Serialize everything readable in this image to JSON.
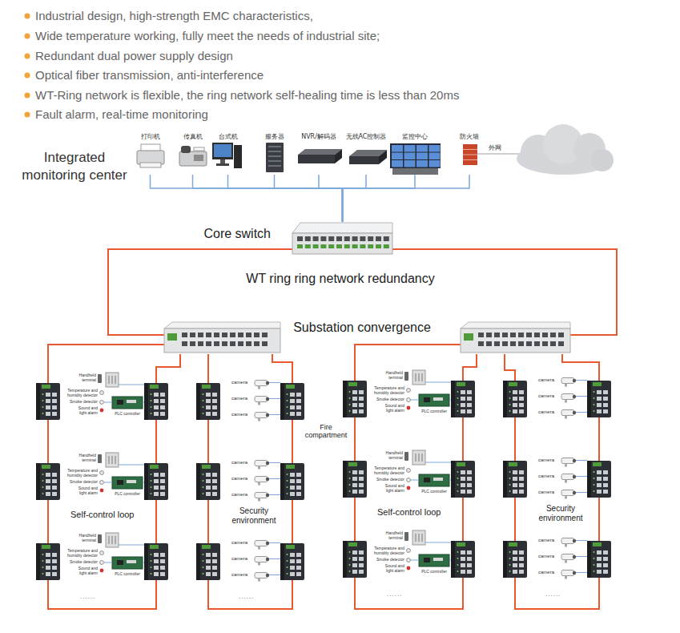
{
  "diagram": {
    "nodes": [
      {
        "text": [
          "打印机"
        ]
      },
      {
        "text": [
          "传真机"
        ]
      },
      {
        "text": [
          "台式机"
        ]
      },
      {
        "text": [
          "服务器"
        ]
      },
      {
        "text": [
          "NVR/解码器"
        ]
      },
      {
        "text": [
          "无线AC控制器"
        ]
      },
      {
        "text": [
          "监控中心"
        ]
      },
      {
        "text": [
          "防火墙"
        ]
      },
      {
        "text": [
          "Core switch"
        ]
      }
    ],
    "edges": [
      {
        "from": 0,
        "to": 8,
        "arrow": "none"
      },
      {
        "from": 1,
        "to": 8,
        "arrow": "none"
      },
      {
        "from": 2,
        "to": 8,
        "arrow": "none"
      },
      {
        "from": 3,
        "to": 8,
        "arrow": "none"
      },
      {
        "from": 4,
        "to": 8,
        "arrow": "none"
      },
      {
        "from": 5,
        "to": 8,
        "arrow": "none"
      },
      {
        "from": 6,
        "to": 8,
        "arrow": "none"
      },
      {
        "from": 7,
        "to": 8,
        "arrow": "none"
      }
    ],
    "labels": [
      "Industrial design, high-strength EMC characteristics,",
      "Wide temperature working, fully meet the needs of industrial site;",
      "Redundant dual power supply design",
      "Optical fiber transmission, anti-interference",
      "WT-Ring network is flexible, the ring network self-healing time is less than 20ms",
      "Fault alarm, real-time monitoring",
      "Integrated monitoring center",
      "外网",
      "WT ring ring network redundancy",
      "Substation convergence",
      "Fire compartment",
      "Handheld terminal",
      "Temperature and humidity detector",
      "Smoke detector",
      "Sound and light alarm",
      "PLC controller",
      "camera",
      "camera",
      "camera",
      "Handheld terminal",
      "Temperature and humidity detector",
      "Smoke detector",
      "Sound and light alarm",
      "PLC controller",
      "camera",
      "camera",
      "camera",
      "Handheld terminal",
      "Temperature and humidity detector",
      "Smoke detector",
      "Sound and light alarm",
      "PLC controller",
      "camera",
      "camera",
      "camera",
      "Self-control loop",
      "Security environment",
      "......",
      "......",
      "Handheld terminal",
      "Temperature and humidity detector",
      "Smoke detector",
      "Sound and light alarm",
      "PLC controller",
      "camera",
      "camera",
      "camera",
      "Handheld terminal",
      "Temperature and humidity detector",
      "Smoke detector",
      "Sound and light alarm",
      "PLC controller",
      "camera",
      "camera",
      "camera",
      "Handheld terminal",
      "Temperature and humidity detector",
      "Smoke detector",
      "Sound and light alarm",
      "PLC controller",
      "camera",
      "camera",
      "camera",
      "Self-control loop",
      "Security environment",
      "......",
      "......"
    ]
  }
}
